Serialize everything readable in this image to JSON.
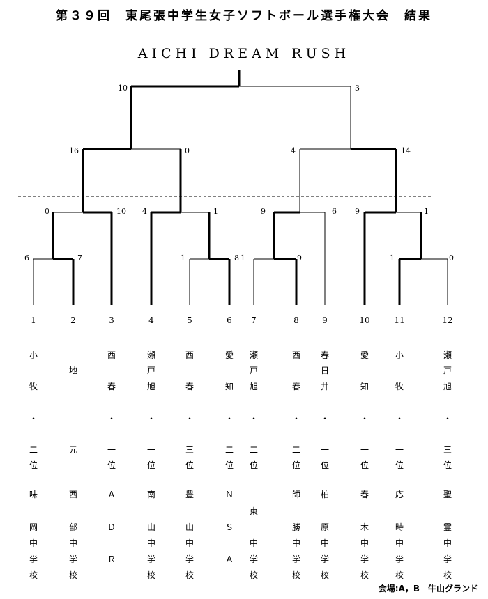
{
  "header": {
    "title": "第３９回　東尾張中学生女子ソフトボール選手権大会　結果",
    "subtitle": "AICHI DREAM RUSH"
  },
  "venue": "会場:A，B　牛山グランド",
  "teams": [
    {
      "seed": "1",
      "name": [
        "小",
        "牧"
      ],
      "dot": "・",
      "rank": [
        "二",
        "位"
      ],
      "school": [
        "味",
        "岡",
        "中",
        "学",
        "校"
      ]
    },
    {
      "seed": "2",
      "name": [
        "地"
      ],
      "dot": "",
      "rank": [
        "元"
      ],
      "school": [
        "西",
        "部",
        "中",
        "学",
        "校"
      ]
    },
    {
      "seed": "3",
      "name": [
        "西",
        "春"
      ],
      "dot": "・",
      "rank": [
        "一",
        "位"
      ],
      "school": [
        "Ａ",
        "Ｄ",
        "Ｒ"
      ]
    },
    {
      "seed": "4",
      "name": [
        "瀬",
        "戸",
        "旭"
      ],
      "dot": "・",
      "rank": [
        "一",
        "位"
      ],
      "school": [
        "南",
        "山",
        "中",
        "学",
        "校"
      ]
    },
    {
      "seed": "5",
      "name": [
        "西",
        "春"
      ],
      "dot": "・",
      "rank": [
        "三",
        "位"
      ],
      "school": [
        "豊",
        "山",
        "中",
        "学",
        "校"
      ]
    },
    {
      "seed": "6",
      "name": [
        "愛",
        "知"
      ],
      "dot": "・",
      "rank": [
        "二",
        "位"
      ],
      "school": [
        "Ｎ",
        "Ｓ",
        "Ａ"
      ]
    },
    {
      "seed": "7",
      "name": [
        "瀬",
        "戸",
        "旭"
      ],
      "dot": "・",
      "rank": [
        "二",
        "位"
      ],
      "school": [
        "東",
        "中",
        "学",
        "校"
      ]
    },
    {
      "seed": "8",
      "name": [
        "西",
        "春"
      ],
      "dot": "・",
      "rank": [
        "二",
        "位"
      ],
      "school": [
        "師",
        "勝",
        "中",
        "学",
        "校"
      ]
    },
    {
      "seed": "9",
      "name": [
        "春",
        "日",
        "井"
      ],
      "dot": "・",
      "rank": [
        "一",
        "位"
      ],
      "school": [
        "柏",
        "原",
        "中",
        "学",
        "校"
      ]
    },
    {
      "seed": "10",
      "name": [
        "愛",
        "知"
      ],
      "dot": "・",
      "rank": [
        "一",
        "位"
      ],
      "school": [
        "春",
        "木",
        "中",
        "学",
        "校"
      ]
    },
    {
      "seed": "11",
      "name": [
        "小",
        "牧"
      ],
      "dot": "・",
      "rank": [
        "一",
        "位"
      ],
      "school": [
        "応",
        "時",
        "中",
        "学",
        "校"
      ]
    },
    {
      "seed": "12",
      "name": [
        "瀬",
        "戸",
        "旭"
      ],
      "dot": "・",
      "rank": [
        "三",
        "位"
      ],
      "school": [
        "聖",
        "霊",
        "中",
        "学",
        "校"
      ]
    }
  ],
  "scores": {
    "final": [
      "10",
      "3"
    ],
    "semi_left": [
      "16",
      "0"
    ],
    "semi_right": [
      "4",
      "14"
    ],
    "qf1": [
      "0",
      "10"
    ],
    "qf2": [
      "4",
      "1"
    ],
    "qf3": [
      "9",
      "6"
    ],
    "qf4": [
      "9",
      "1"
    ],
    "r1_1": [
      "6",
      "7"
    ],
    "r1_2": [
      "1",
      "8"
    ],
    "r1_3": [
      "1",
      "9"
    ],
    "r1_4": [
      "1",
      "0"
    ]
  }
}
